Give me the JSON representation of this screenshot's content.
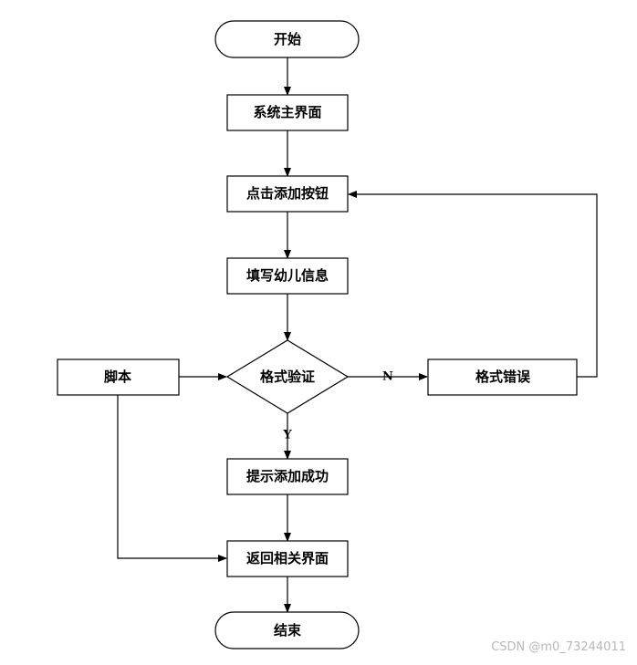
{
  "flowchart": {
    "nodes": {
      "start": "开始",
      "main_ui": "系统主界面",
      "click_add": "点击添加按钮",
      "fill_info": "填写幼儿信息",
      "validate": "格式验证",
      "script": "脚本",
      "format_error": "格式错误",
      "prompt_success": "提示添加成功",
      "return_ui": "返回相关界面",
      "end": "结束"
    },
    "edge_labels": {
      "no": "N",
      "yes": "Y"
    }
  },
  "watermark": "CSDN @m0_73244011"
}
